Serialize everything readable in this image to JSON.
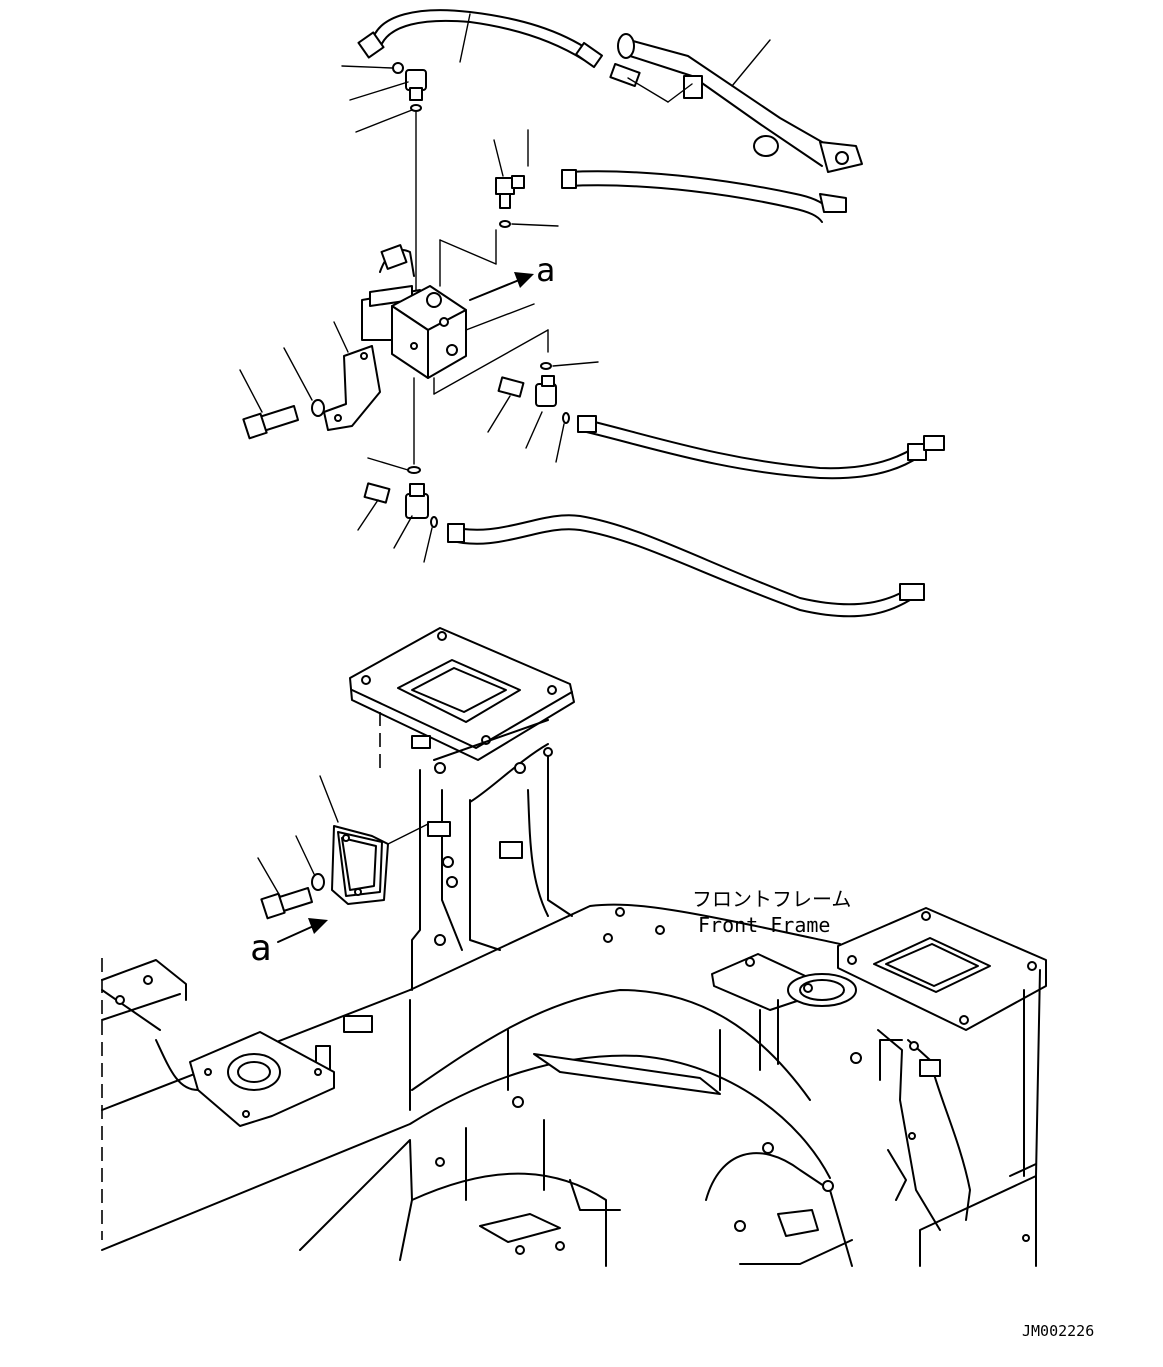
{
  "labels": {
    "frame_jp": "フロントフレーム",
    "frame_en": "Front Frame",
    "view_marker_top": "a",
    "view_marker_bottom": "a",
    "drawing_code": "JM002226"
  }
}
